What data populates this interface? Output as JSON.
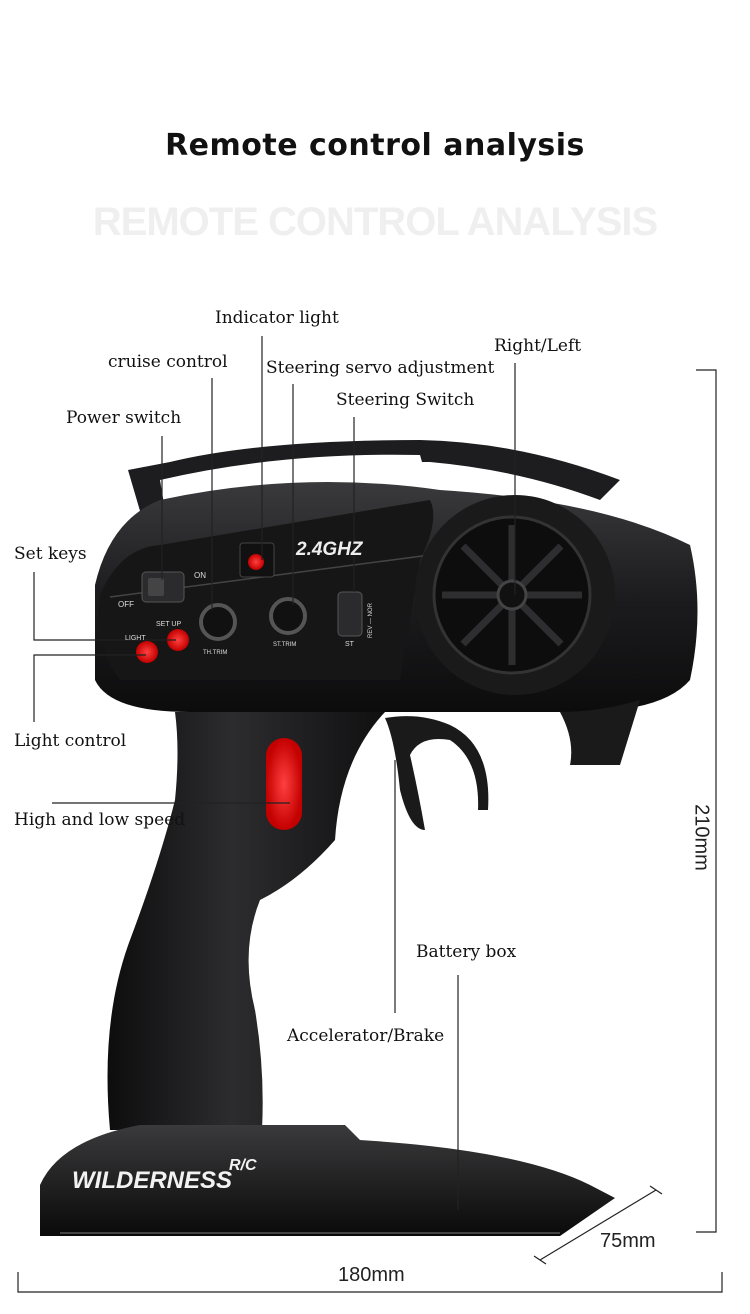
{
  "heading": {
    "title": "Remote control analysis",
    "subtitle": "REMOTE CONTROL ANALYSIS"
  },
  "callouts": {
    "indicator_light": "Indicator light",
    "cruise_control": "cruise control",
    "steering_servo": "Steering servo adjustment",
    "right_left": "Right/Left",
    "steering_switch": "Steering Switch",
    "power_switch": "Power switch",
    "set_keys": "Set keys",
    "light_control": "Light control",
    "high_low_speed": "High and low speed",
    "battery_box": "Battery box",
    "accelerator_brake": "Accelerator/Brake"
  },
  "device_print": {
    "frequency": "2.4GHZ",
    "off": "OFF",
    "on": "ON",
    "light": "LIGHT",
    "setup": "SET UP",
    "th_trim": "TH.TRIM",
    "st_trim": "ST.TRIM",
    "st": "ST",
    "rev_nor": "REV — NOR",
    "brand": "WILDERNESS",
    "brand_suffix": "R/C"
  },
  "dimensions": {
    "height": "210mm",
    "depth": "75mm",
    "width": "180mm"
  }
}
